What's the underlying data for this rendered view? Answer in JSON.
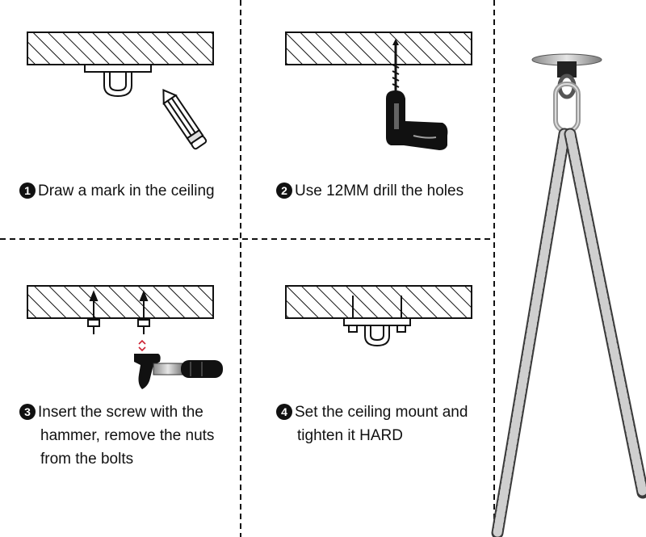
{
  "steps": [
    {
      "number": "1",
      "lines": [
        "Draw a mark in the ceiling"
      ]
    },
    {
      "number": "2",
      "lines": [
        "Use 12MM drill the holes"
      ]
    },
    {
      "number": "3",
      "lines": [
        "Insert the screw with the",
        "hammer, remove the nuts",
        "from the bolts"
      ]
    },
    {
      "number": "4",
      "lines": [
        "Set the ceiling mount and",
        "tighten it HARD"
      ]
    }
  ],
  "icons": [
    "ceiling-slab",
    "u-hook-mount",
    "pencil-icon",
    "drill-icon",
    "anchor-bolt-icon",
    "hammer-icon",
    "carabiner-icon",
    "rope-icon"
  ],
  "colors": {
    "ink": "#111111",
    "background": "#ffffff",
    "metal": "#b8b8b8",
    "rope": "#6b6b6b"
  }
}
